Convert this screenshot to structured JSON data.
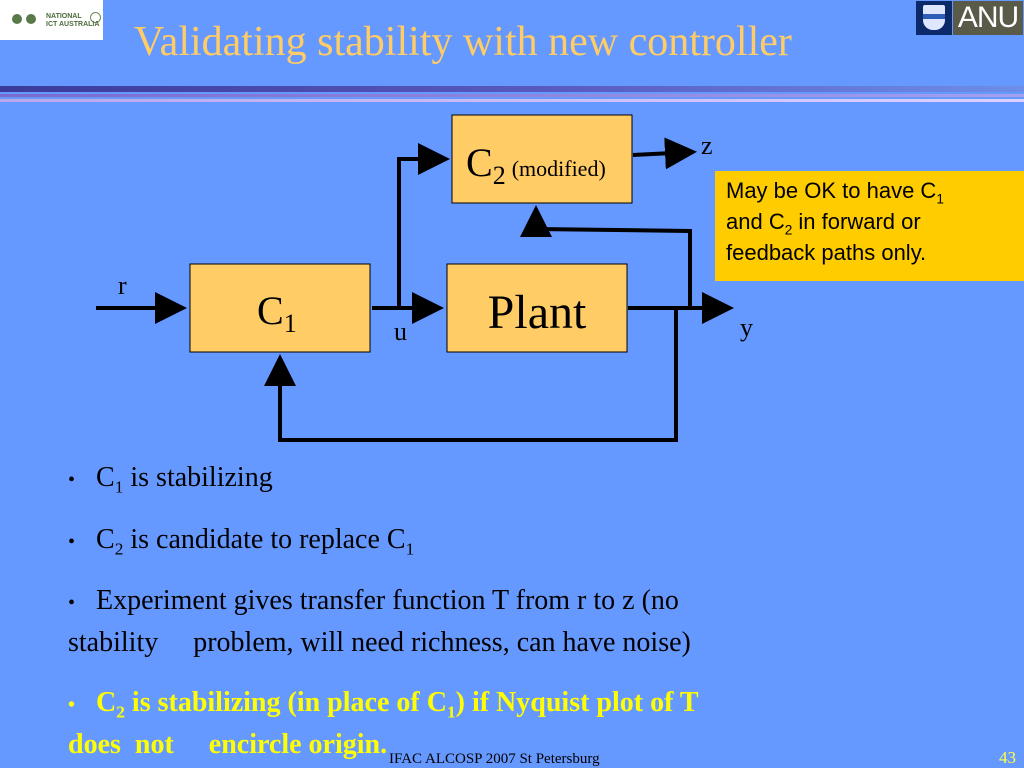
{
  "slide_title": "Validating stability with new controller",
  "logos": {
    "nicta": {
      "line1": "NATIONAL",
      "line2": "ICT AUSTRALIA"
    },
    "anu": "ANU"
  },
  "diagram": {
    "blocks": {
      "c2_main": "C",
      "c2_sub": "2",
      "c2_mod": "(modified)",
      "c1_main": "C",
      "c1_sub": "1",
      "plant": "Plant"
    },
    "signals": {
      "r": "r",
      "u": "u",
      "y": "y",
      "z": "z"
    }
  },
  "note": {
    "l1": "May be OK to have C",
    "s1": "1",
    "l2": "and C",
    "s2": "2",
    "l3": " in forward or",
    "l4": "feedback paths only."
  },
  "bullets": {
    "b1_a": "C",
    "b1_sub": "1",
    "b1_b": " is stabilizing",
    "b2_a": "C",
    "b2_sub": "2",
    "b2_b": " is candidate to replace C",
    "b2_sub2": "1",
    "b3_a": "Experiment gives transfer function T from r to z (no",
    "b3_b": "stability     problem, will need richness, can have noise)",
    "b4_a": "C",
    "b4_sub": "2",
    "b4_b": " is stabilizing (in place of C",
    "b4_sub2": "1",
    "b4_c": ") if Nyquist plot of T",
    "b4_d": "does  not     encircle origin."
  },
  "footer": {
    "text": "IFAC ALCOSP 2007 St Petersburg",
    "page": "43"
  },
  "colors": {
    "background": "#6699ff",
    "title": "#ffcc66",
    "block_fill": "#ffcc66",
    "note_fill": "#ffcc00",
    "highlight": "#ffff00"
  },
  "icons": [
    "nicta-logo",
    "anu-crest-icon",
    "bullet-icon"
  ]
}
